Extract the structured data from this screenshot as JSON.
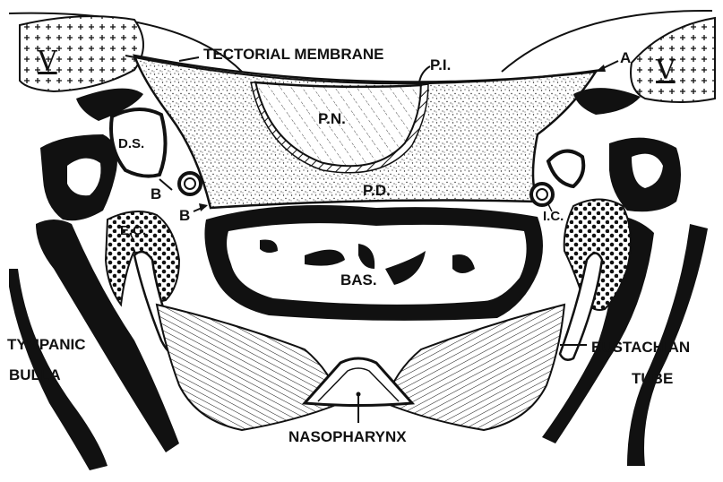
{
  "diagram": {
    "labels": {
      "tectorial_membrane": "TECTORIAL MEMBRANE",
      "pi": "P.I.",
      "a": "A",
      "pn": "P.N.",
      "ds": "D.S.",
      "pd": "P.D.",
      "b_upper": "B",
      "b_lower": "B",
      "ec": "E.C.",
      "ic": "I.C.",
      "bas": "BAS.",
      "tympanic": "TYMPANIC",
      "bulla": "BULLA",
      "eustachian": "EUSTACHIAN",
      "tube": "TUBE",
      "nasopharynx": "NASOPHARYNX",
      "numeral_left": "V",
      "numeral_right": "V"
    }
  }
}
